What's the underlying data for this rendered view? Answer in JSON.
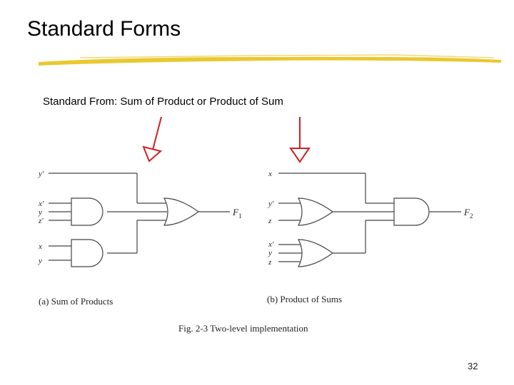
{
  "slide": {
    "title": "Standard Forms",
    "subtitle": "Standard From: Sum of Product or Product of Sum",
    "page_number": "32"
  },
  "figure": {
    "caption": "Fig. 2-3  Two-level implementation",
    "sop": {
      "caption": "(a) Sum of Products",
      "inputs": {
        "y_prime": "y′",
        "g1_x_prime": "x′",
        "g1_y": "y",
        "g1_z_prime": "z′",
        "g2_x": "x",
        "g2_y": "y"
      },
      "output": "F",
      "output_subscript": "1"
    },
    "pos": {
      "caption": "(b) Product of Sums",
      "inputs": {
        "x": "x",
        "g1_y_prime": "y′",
        "g1_z": "z",
        "g2_x_prime": "x′",
        "g2_y": "y",
        "g2_z": "z"
      },
      "output": "F",
      "output_subscript": "2"
    }
  },
  "colors": {
    "title_underline": "#e8c21a",
    "arrow": "#cc2222",
    "wire": "#444444"
  }
}
